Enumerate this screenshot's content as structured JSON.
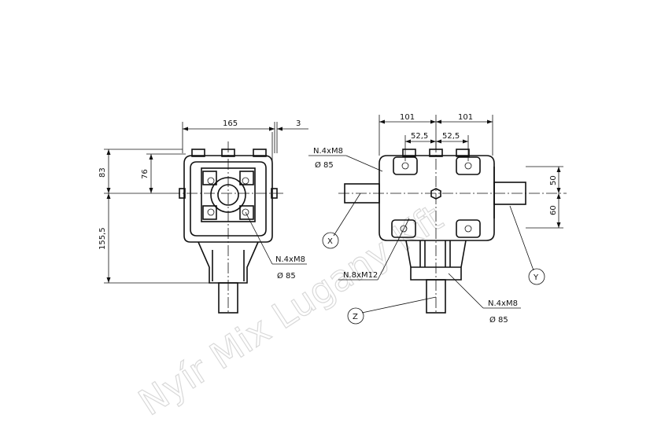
{
  "drawing": {
    "watermark": "Nyír Mix Lugany Kft",
    "front_view": {
      "dim_width": "165",
      "dim_offset": "3",
      "dim_upper": "83",
      "dim_flange": "76",
      "dim_lower": "155,5",
      "flange_thread": "N.4xM8",
      "flange_diameter": "Ø 85"
    },
    "side_view": {
      "dim_left": "101",
      "dim_right": "101",
      "dim_hole_left": "52,5",
      "dim_hole_right": "52,5",
      "dim_upper_shaft": "50",
      "dim_lower_shaft": "60",
      "top_thread": "N.4xM8",
      "top_diameter": "Ø 85",
      "base_thread": "N.8xM12",
      "bottom_thread": "N.4xM8",
      "bottom_diameter": "Ø 85",
      "shaft_x": "X",
      "shaft_y": "Y",
      "shaft_z": "Z"
    }
  }
}
